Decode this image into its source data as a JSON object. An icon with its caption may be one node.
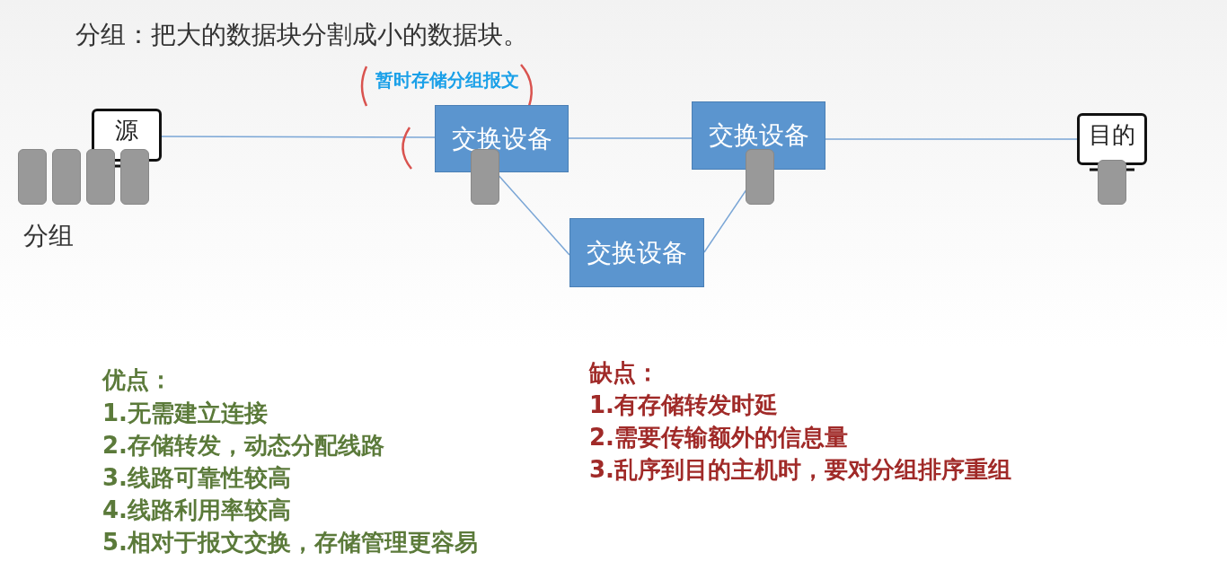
{
  "diagram": {
    "title": "分组：把大的数据块分割成小的数据块。",
    "nodes": [
      {
        "text": [
          "源"
        ]
      },
      {
        "text": [
          "交换设备"
        ]
      },
      {
        "text": [
          "交换设备"
        ]
      },
      {
        "text": [
          "交换设备"
        ]
      },
      {
        "text": [
          "目的"
        ]
      }
    ],
    "edges": [
      {
        "from": 0,
        "to": 1,
        "arrow": "none"
      },
      {
        "from": 1,
        "to": 2,
        "arrow": "none"
      },
      {
        "from": 2,
        "to": 4,
        "arrow": "none"
      },
      {
        "from": 1,
        "to": 3,
        "arrow": "none"
      },
      {
        "from": 3,
        "to": 2,
        "arrow": "none"
      }
    ],
    "labels": [
      "暂时存储分组报文",
      "分组",
      "优点：",
      "1.无需建立连接",
      "2.存储转发，动态分配线路",
      "3.线路可靠性较高",
      "4.线路利用率较高",
      "5.相对于报文交换，存储管理更容易",
      "缺点：",
      "1.有存储转发时延",
      "2.需要传输额外的信息量",
      "3.乱序到目的主机时，要对分组排序重组"
    ]
  }
}
